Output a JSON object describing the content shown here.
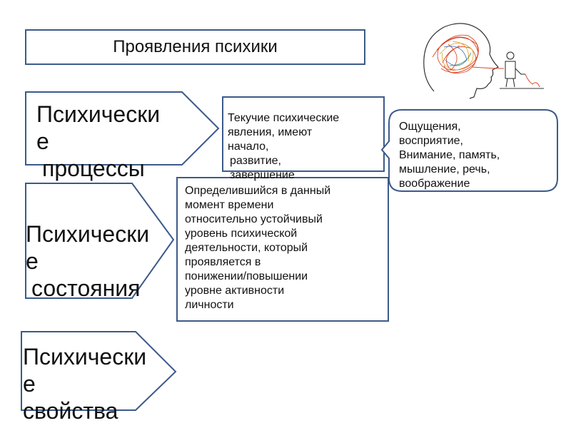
{
  "title": "Проявления психики",
  "categories": [
    {
      "line1": "Психически",
      "line2": "е",
      "line3": "процессы"
    },
    {
      "line1": "Психически",
      "line2": "е",
      "line3": "состояния"
    },
    {
      "line1": "Психически",
      "line2": "е",
      "line3": "свойства"
    }
  ],
  "processes_desc": [
    "Текучие психические",
    "явления, имеют",
    "начало,",
    "развитие,",
    "завершение"
  ],
  "states_desc": [
    "Определившийся в данный",
    "момент времени",
    "относительно устойчивый",
    "уровень психической",
    "деятельности, который",
    "проявляется в",
    "понижении/повышении",
    "уровне активности",
    "личности"
  ],
  "processes_examples": [
    "Ощущения,",
    "восприятие,",
    "Внимание, память,",
    "мышление, речь,",
    "воображение"
  ],
  "colors": {
    "border": "#3c5a8a",
    "background": "#ffffff",
    "scribble": "#d9482b"
  },
  "image": "head-scribble-illustration"
}
